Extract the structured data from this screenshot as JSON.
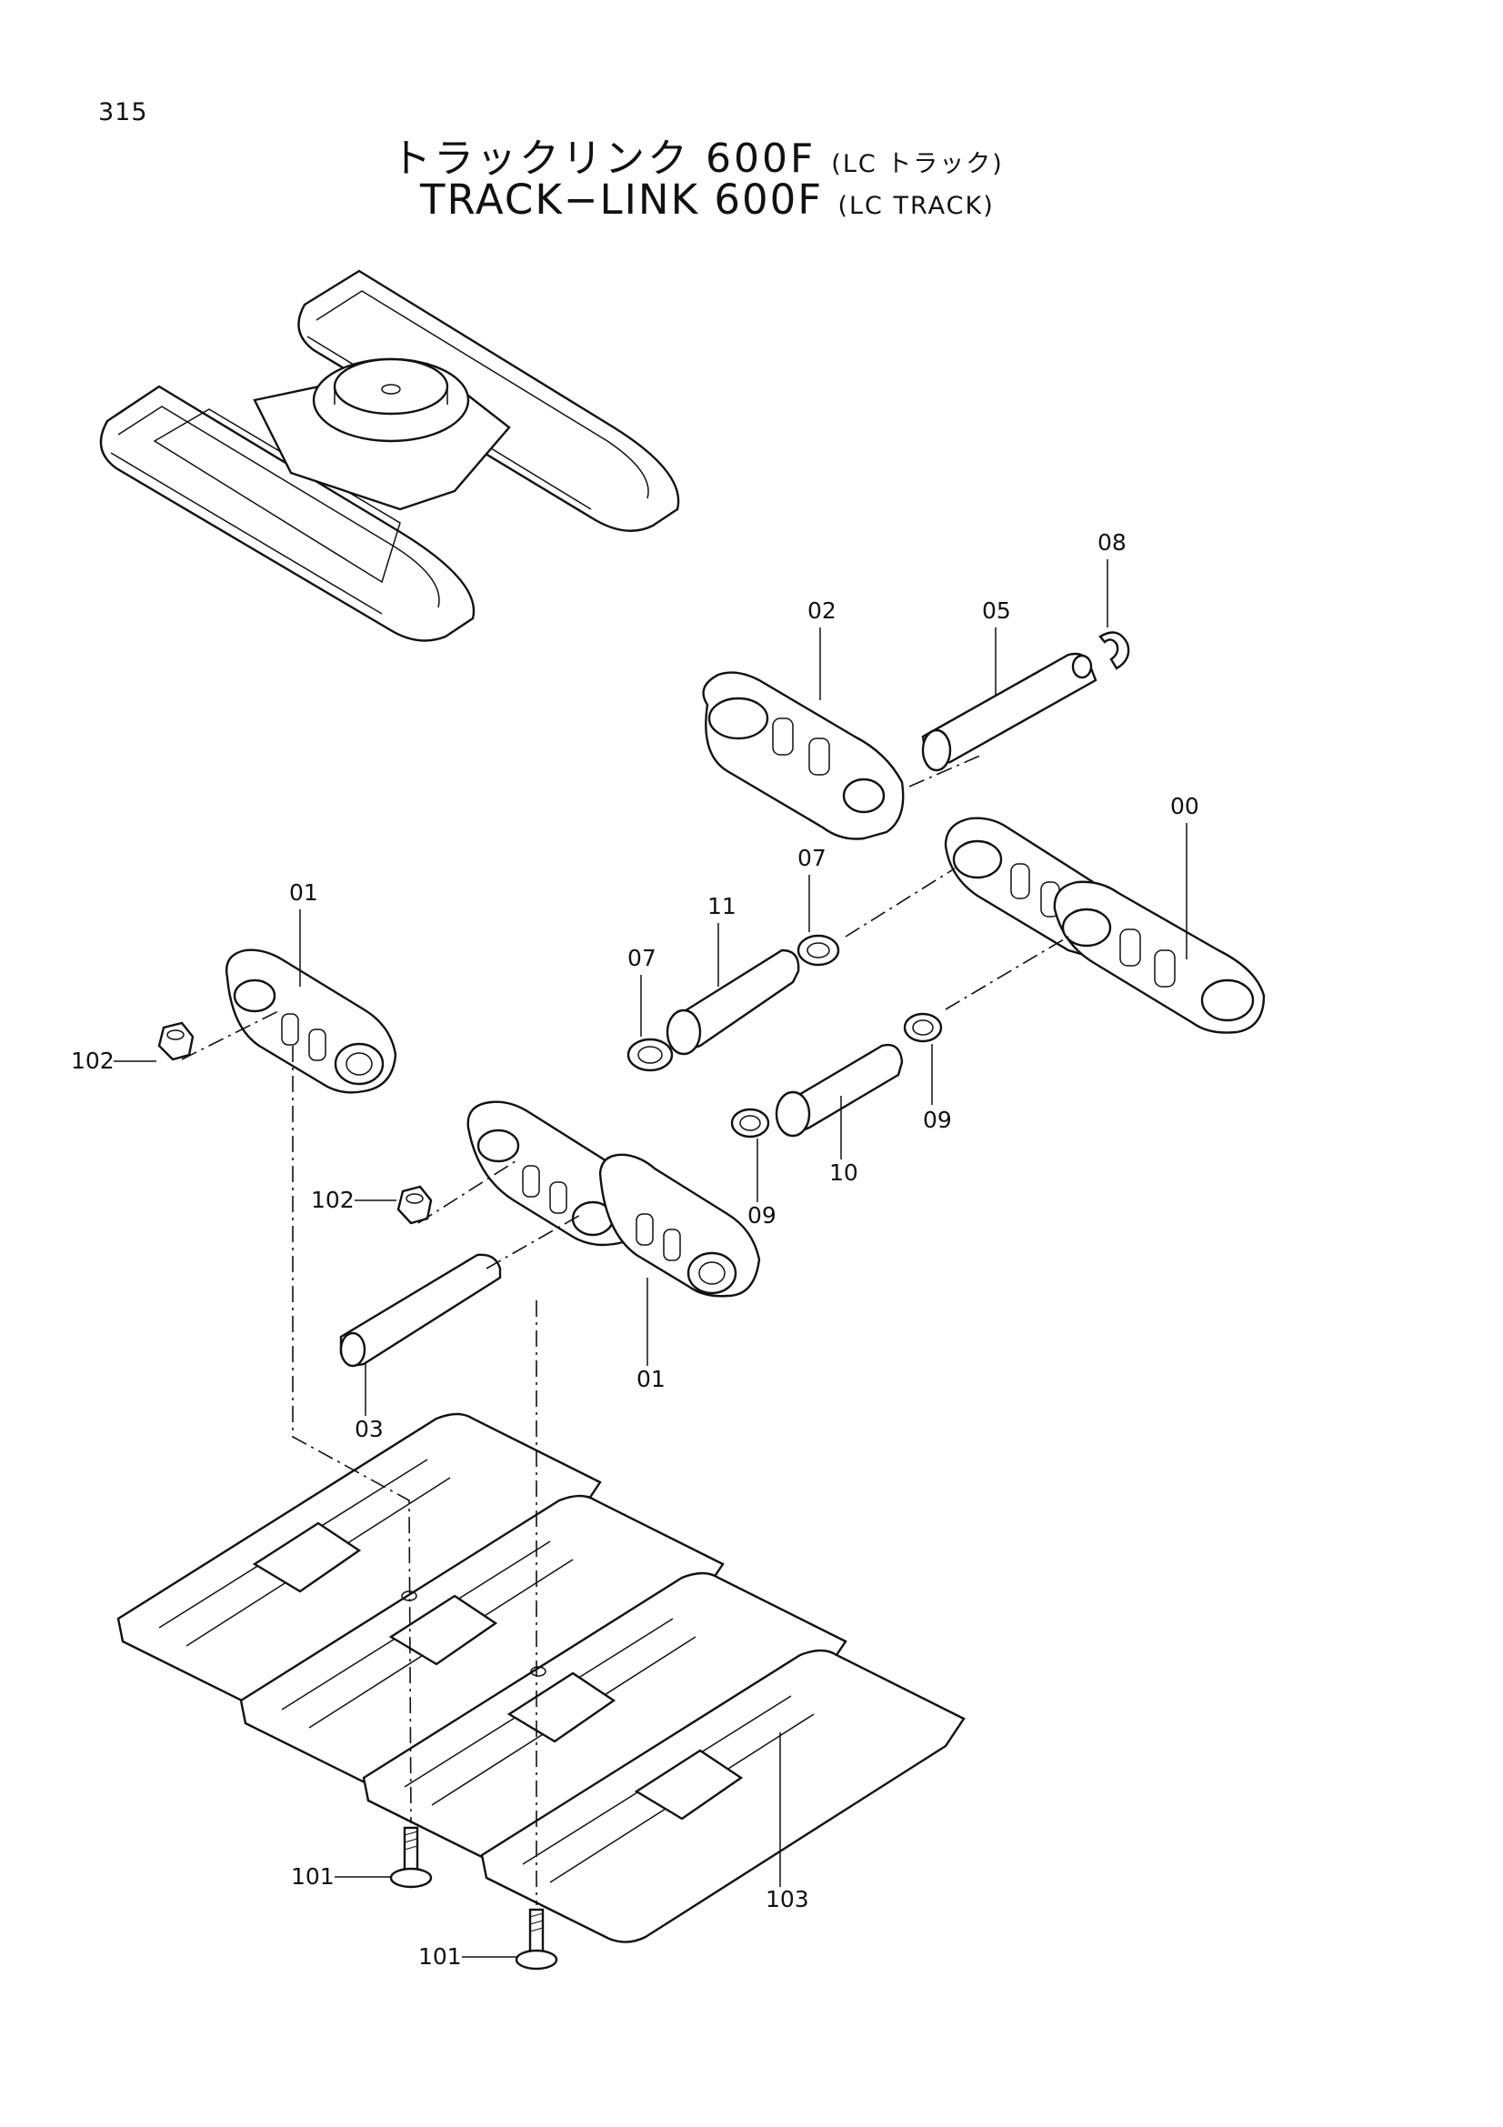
{
  "page_number": "315",
  "title": {
    "jp_main": "トラックリンク 600F",
    "jp_sub": "(LC トラック)",
    "en_main": "TRACK−LINK 600F",
    "en_sub": "(LC TRACK)"
  },
  "callouts": [
    {
      "id": "08"
    },
    {
      "id": "02"
    },
    {
      "id": "05"
    },
    {
      "id": "00"
    },
    {
      "id": "07"
    },
    {
      "id": "01"
    },
    {
      "id": "11"
    },
    {
      "id": "07"
    },
    {
      "id": "102"
    },
    {
      "id": "09"
    },
    {
      "id": "10"
    },
    {
      "id": "102"
    },
    {
      "id": "09"
    },
    {
      "id": "01"
    },
    {
      "id": "03"
    },
    {
      "id": "101"
    },
    {
      "id": "103"
    },
    {
      "id": "101"
    }
  ]
}
